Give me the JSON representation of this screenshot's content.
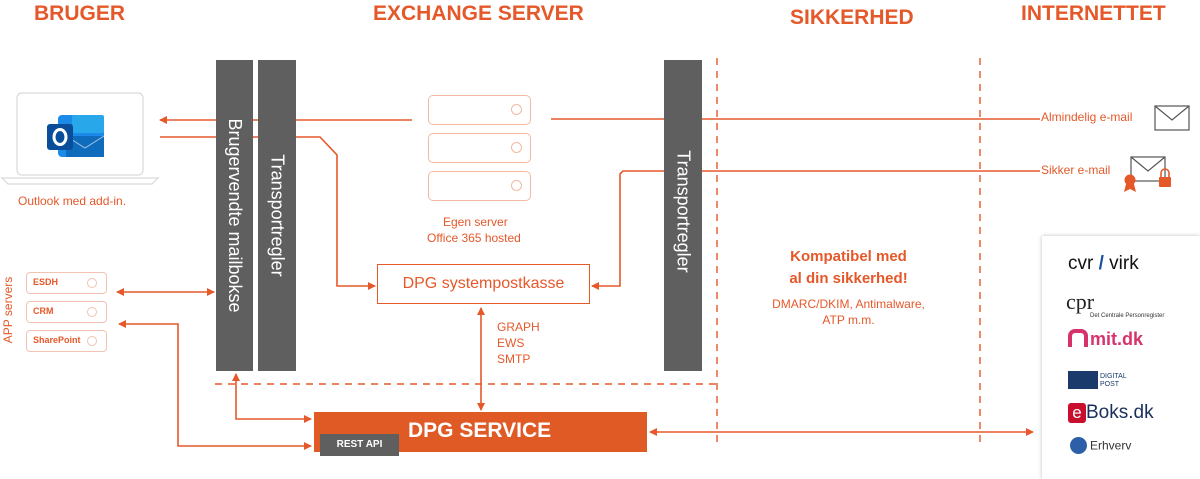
{
  "headers": {
    "bruger": "BRUGER",
    "exchange": "EXCHANGE SERVER",
    "sikkerhed": "SIKKERHED",
    "internettet": "INTERNETTET"
  },
  "user": {
    "outlook_caption": "Outlook med add-in."
  },
  "app_servers": {
    "title": "APP servers",
    "items": [
      "ESDH",
      "CRM",
      "SharePoint"
    ]
  },
  "exchange": {
    "bar_mailbox": "Brugervendte mailbokse",
    "bar_transport_left": "Transportregler",
    "bar_transport_right": "Transportregler",
    "server_caption_line1": "Egen server",
    "server_caption_line2": "Office 365 hosted",
    "system_mailbox": "DPG systempostkasse",
    "protocols": [
      "GRAPH",
      "EWS",
      "SMTP"
    ]
  },
  "service": {
    "title": "DPG SERVICE",
    "rest_api": "REST API"
  },
  "security": {
    "heading_line1": "Kompatibel med",
    "heading_line2": "al din sikkerhed!",
    "detail_line1": "DMARC/DKIM, Antimalware,",
    "detail_line2": "ATP m.m."
  },
  "internet": {
    "regular_mail": "Almindelig e-mail",
    "secure_mail": "Sikker e-mail",
    "logos": {
      "cvr": "cvr",
      "virk": "virk",
      "cpr": "cpr",
      "cpr_sub": "Det Centrale Personregister",
      "mitdk": "mit.dk",
      "digital_post_line1": "DIGITAL",
      "digital_post_line2": "POST",
      "eboks": "Boks.dk",
      "eboks_e": "e",
      "erhverv": "Erhverv"
    }
  },
  "colors": {
    "accent": "#e5582a",
    "bar_gray": "#5f5f5f",
    "service_fill": "#e05a26",
    "outlook_blue": "#0f6cbd"
  }
}
